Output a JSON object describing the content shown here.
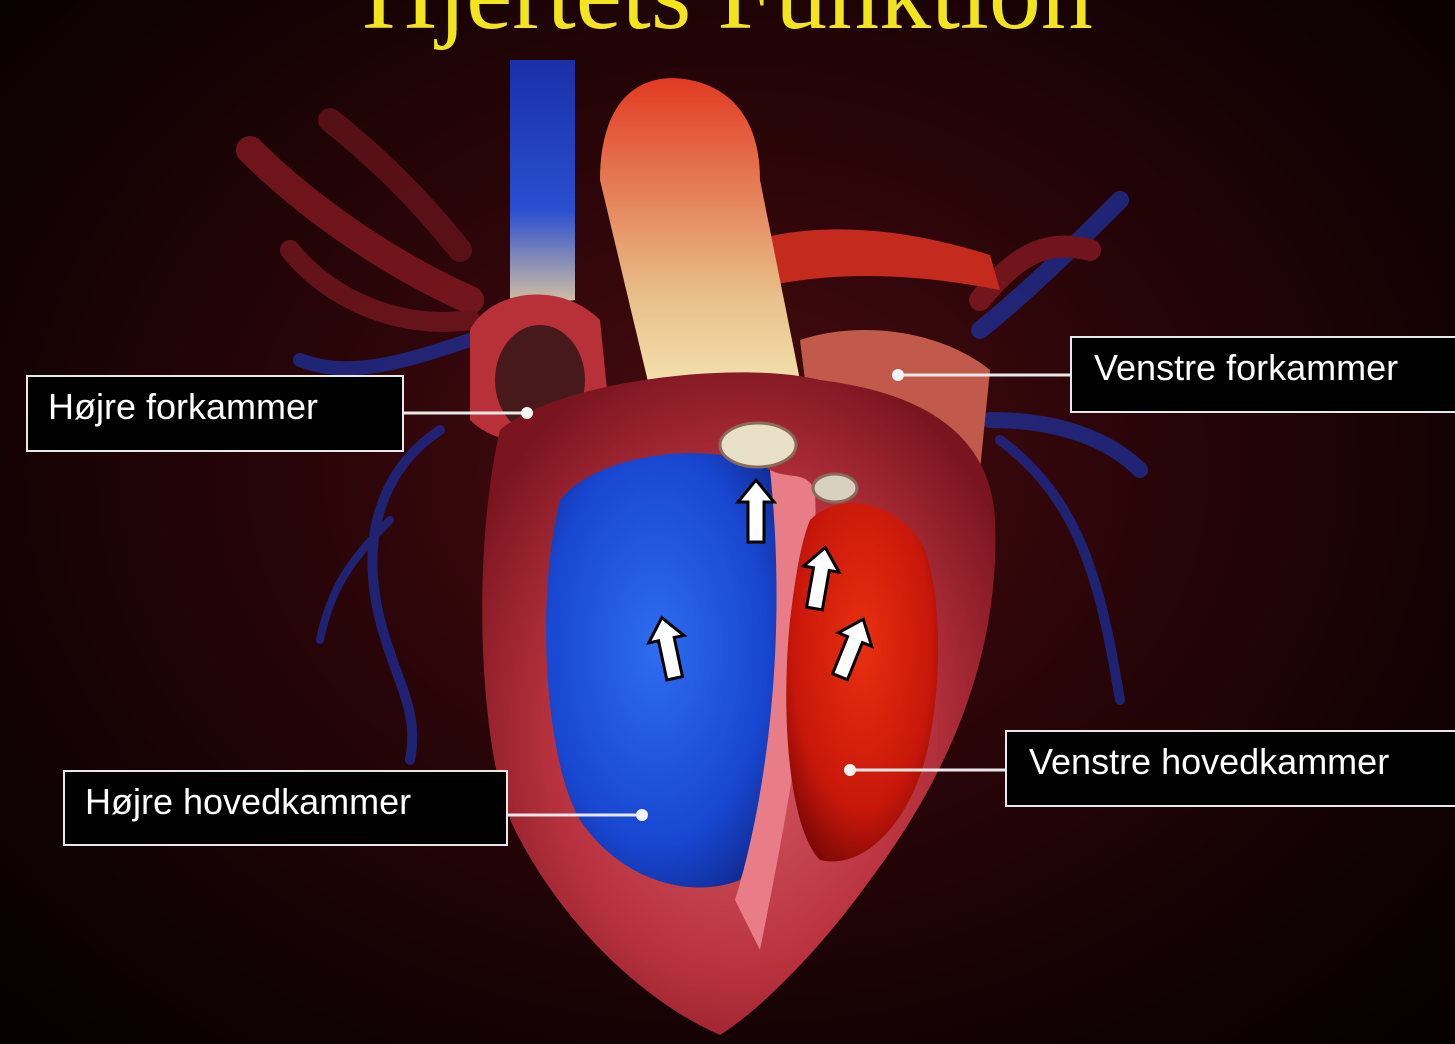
{
  "title": "Hjertets Funktion",
  "labels": {
    "right_atrium": "Højre forkammer",
    "right_ventricle": "Højre hovedkammer",
    "left_atrium": "Venstre forkammer",
    "left_ventricle": "Venstre hovedkammer"
  },
  "colors": {
    "title": "#f2e51e",
    "background": "#2a0508",
    "deoxygenated_blood": "#1a4fd8",
    "oxygenated_blood": "#d81a0c",
    "label_border": "#e8e8e8",
    "label_text": "#ffffff"
  }
}
